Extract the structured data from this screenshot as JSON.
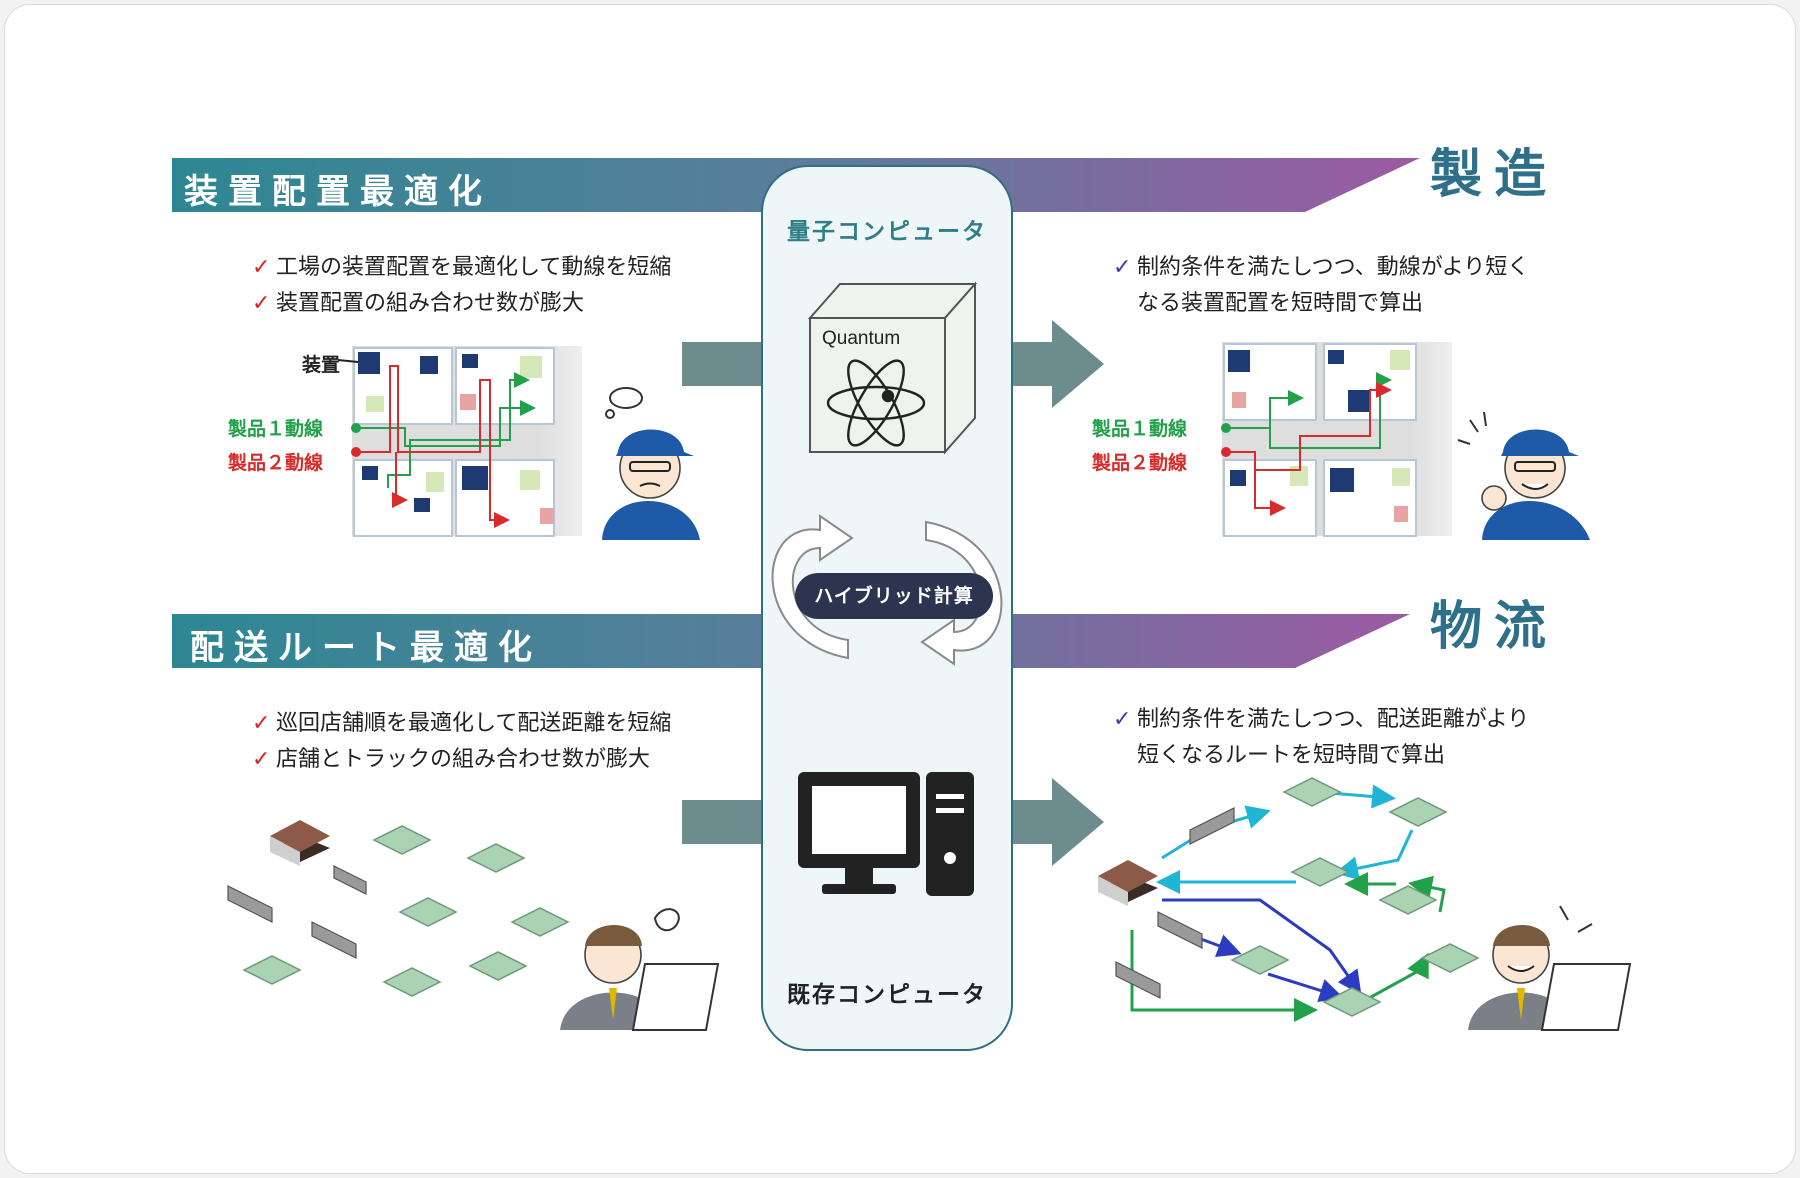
{
  "colors": {
    "band_start": "#2d8792",
    "band_end": "#9c5aa2",
    "check_red": "#e02020",
    "check_blue": "#3a3fb0",
    "line_green": "#22a04a",
    "line_red": "#d92b2b",
    "route_cyan": "#1fb5d6",
    "route_blue": "#2b3cc0",
    "arrow_gray": "#6c8c8e",
    "panel_fill": "#eef6f8",
    "panel_border": "#2f6f80"
  },
  "manufacturing": {
    "band_title": "装置配置最適化",
    "big_label": "製造",
    "before_bullets": [
      "工場の装置配置を最適化して動線を短縮",
      "装置配置の組み合わせ数が膨大"
    ],
    "after_bullet_line1": "制約条件を満たしつつ、動線がより短く",
    "after_bullet_line2": "なる装置配置を短時間で算出",
    "equipment_label": "装置",
    "line1_label": "製品１動線",
    "line2_label": "製品２動線"
  },
  "logistics": {
    "band_title": "配送ルート最適化",
    "big_label": "物流",
    "before_bullets": [
      "巡回店舗順を最適化して配送距離を短縮",
      "店舗とトラックの組み合わせ数が膨大"
    ],
    "after_bullet_line1": "制約条件を満たしつつ、配送距離がより",
    "after_bullet_line2": "短くなるルートを短時間で算出"
  },
  "center": {
    "quantum_label": "量子コンピュータ",
    "quantum_word": "Quantum",
    "hybrid_label": "ハイブリッド計算",
    "classical_label": "既存コンピュータ"
  },
  "icons": [
    "check-icon",
    "atom-icon",
    "cycle-arrow-icon",
    "desktop-computer-icon",
    "truck-icon",
    "store-icon",
    "warehouse-icon",
    "worker-icon",
    "office-worker-icon",
    "laptop-icon"
  ]
}
